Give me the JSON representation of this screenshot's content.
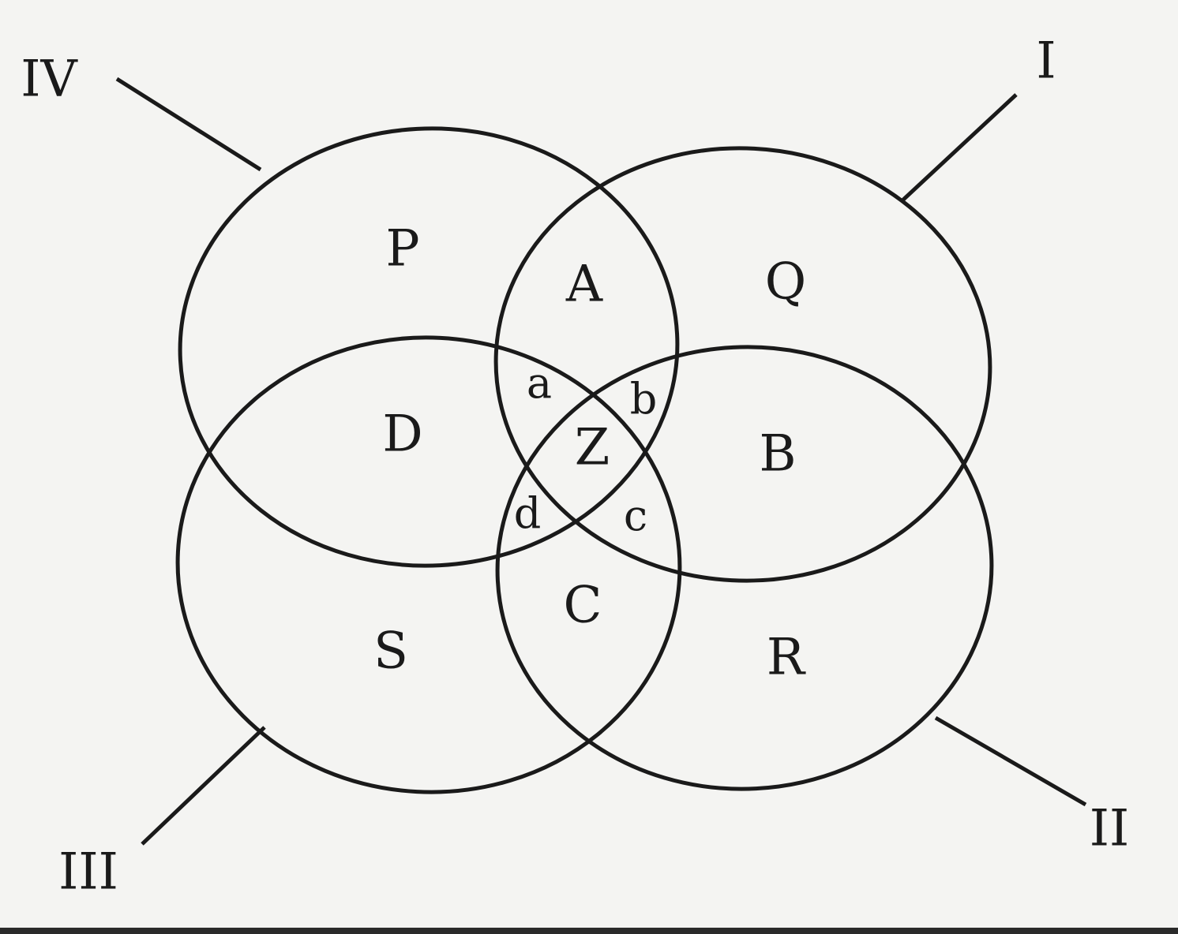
{
  "sets": [
    {
      "id": "I",
      "label": "I"
    },
    {
      "id": "II",
      "label": "II"
    },
    {
      "id": "III",
      "label": "III"
    },
    {
      "id": "IV",
      "label": "IV"
    }
  ],
  "regions": {
    "P": "P",
    "Q": "Q",
    "R": "R",
    "S": "S",
    "A": "A",
    "B": "B",
    "C": "C",
    "D": "D",
    "a": "a",
    "b": "b",
    "c": "c",
    "d": "d",
    "Z": "Z"
  },
  "colors": {
    "ink": "#1a1a1a",
    "paper": "#f4f4f2"
  }
}
